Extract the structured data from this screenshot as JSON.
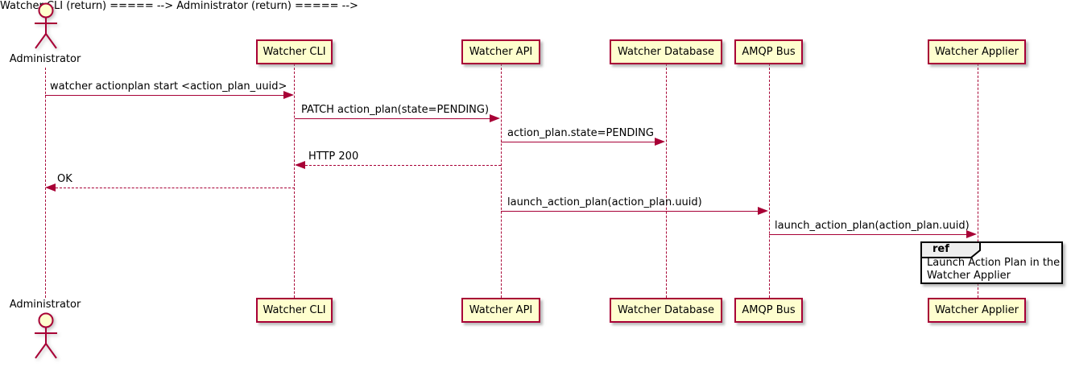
{
  "diagram": {
    "type": "sequence"
  },
  "colors": {
    "accent": "#A80036",
    "participant_fill": "#FEFECE",
    "actor_head_fill": "#FEFECE",
    "ref_header_fill": "#EEEEEE",
    "ref_border": "#000000",
    "text": "#000000",
    "background": "#FFFFFF"
  },
  "actors": [
    {
      "name": "Administrator"
    }
  ],
  "participants": [
    {
      "name": "Watcher CLI"
    },
    {
      "name": "Watcher API"
    },
    {
      "name": "Watcher Database"
    },
    {
      "name": "AMQP Bus"
    },
    {
      "name": "Watcher Applier"
    }
  ],
  "messages": [
    {
      "from": "Administrator",
      "to": "Watcher CLI",
      "label": "watcher actionplan start <action_plan_uuid>",
      "style": "solid"
    },
    {
      "from": "Watcher CLI",
      "to": "Watcher API",
      "label": "PATCH action_plan(state=PENDING)",
      "style": "solid"
    },
    {
      "from": "Watcher API",
      "to": "Watcher Database",
      "label": "action_plan.state=PENDING",
      "style": "solid"
    },
    {
      "from": "Watcher API",
      "to": "Watcher CLI",
      "label": "HTTP 200",
      "style": "dashed"
    },
    {
      "from": "Watcher CLI",
      "to": "Administrator",
      "label": "OK",
      "style": "dashed"
    },
    {
      "from": "Watcher API",
      "to": "AMQP Bus",
      "label": "launch_action_plan(action_plan.uuid)",
      "style": "solid"
    },
    {
      "from": "AMQP Bus",
      "to": "Watcher Applier",
      "label": "launch_action_plan(action_plan.uuid)",
      "style": "solid"
    }
  ],
  "ref": {
    "keyword": "ref",
    "over": "Watcher Applier",
    "line1": "Launch Action Plan in the",
    "line2": "Watcher Applier"
  }
}
